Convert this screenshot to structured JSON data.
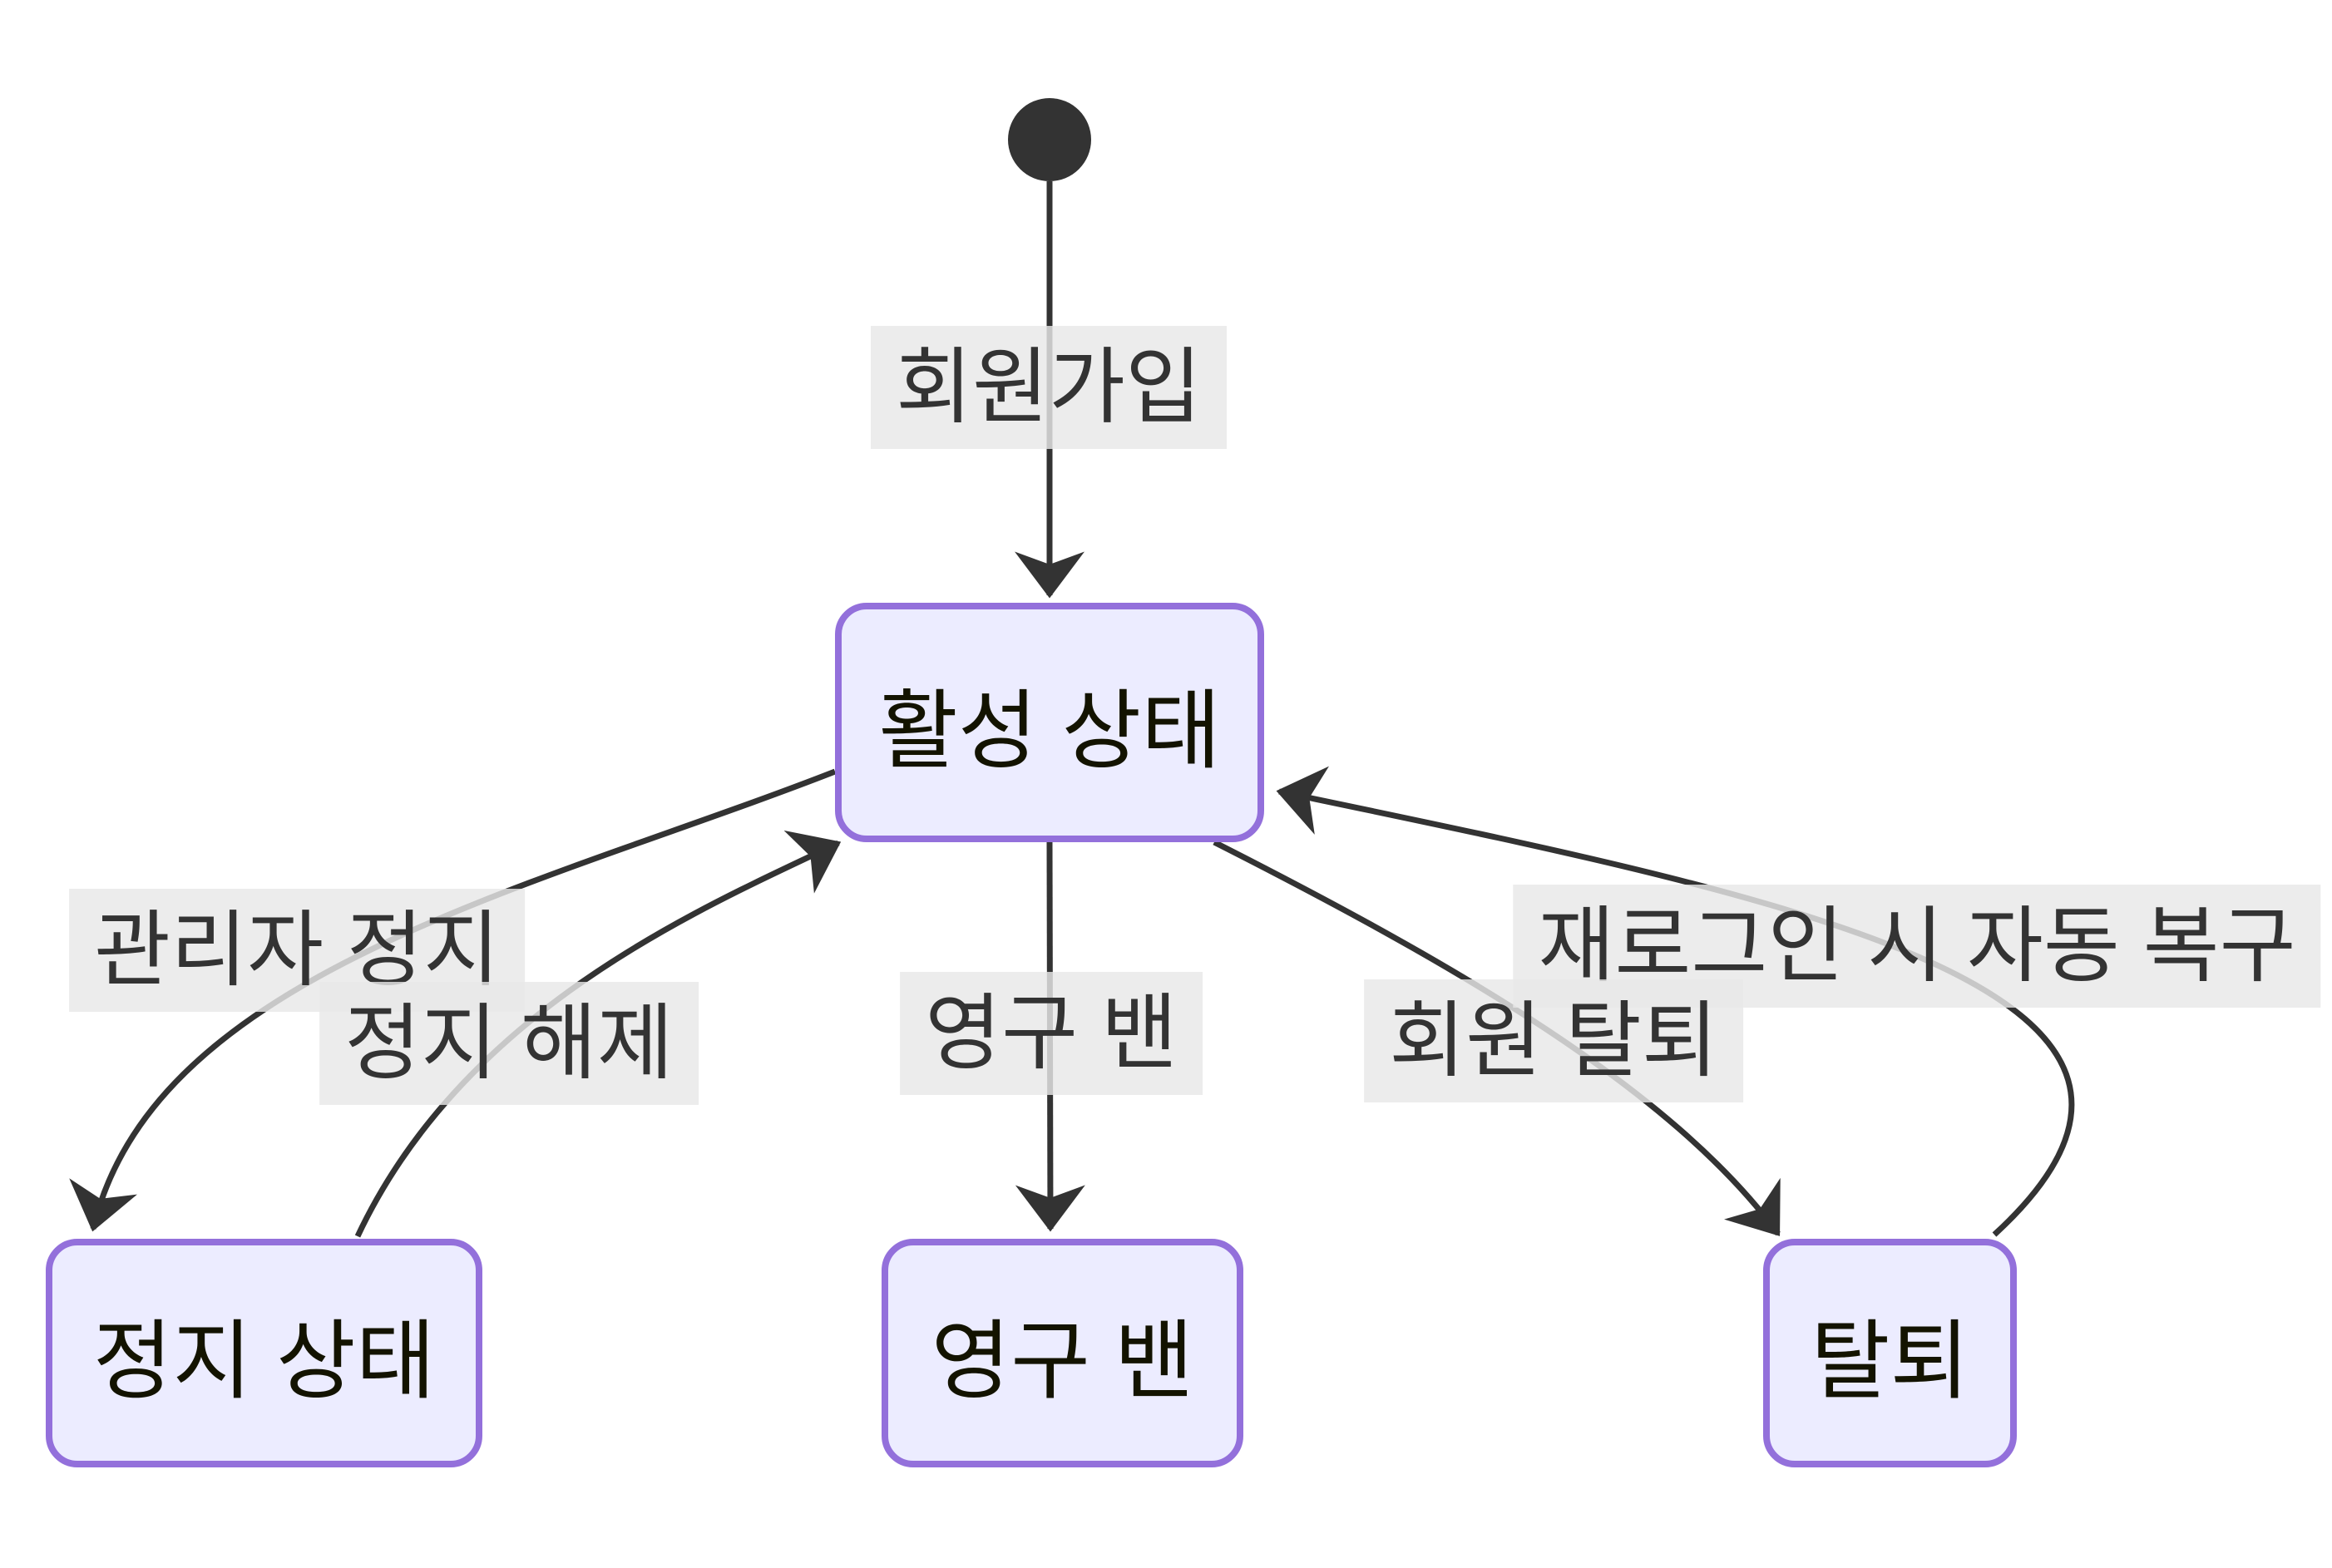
{
  "diagram": {
    "type": "state-diagram",
    "nodes": [
      {
        "id": "active",
        "label": "활성 상태"
      },
      {
        "id": "suspended",
        "label": "정지 상태"
      },
      {
        "id": "banned",
        "label": "영구 밴"
      },
      {
        "id": "withdrawn",
        "label": "탈퇴"
      }
    ],
    "edges": [
      {
        "from": "initial",
        "to": "active",
        "label": "회원가입"
      },
      {
        "from": "active",
        "to": "suspended",
        "label": "관리자 정지"
      },
      {
        "from": "suspended",
        "to": "active",
        "label": "정지 해제"
      },
      {
        "from": "active",
        "to": "banned",
        "label": "영구 밴"
      },
      {
        "from": "active",
        "to": "withdrawn",
        "label": "회원 탈퇴"
      },
      {
        "from": "withdrawn",
        "to": "active",
        "label": "재로그인 시 자동 복구"
      }
    ],
    "colors": {
      "node_fill": "#ECECFF",
      "node_border": "#9370DB",
      "edge_stroke": "#333333",
      "initial_dot": "#333333",
      "edge_label_bg": "#e8e8e8",
      "node_text": "#131300",
      "edge_label_text": "#333333",
      "background": "#ffffff"
    }
  }
}
